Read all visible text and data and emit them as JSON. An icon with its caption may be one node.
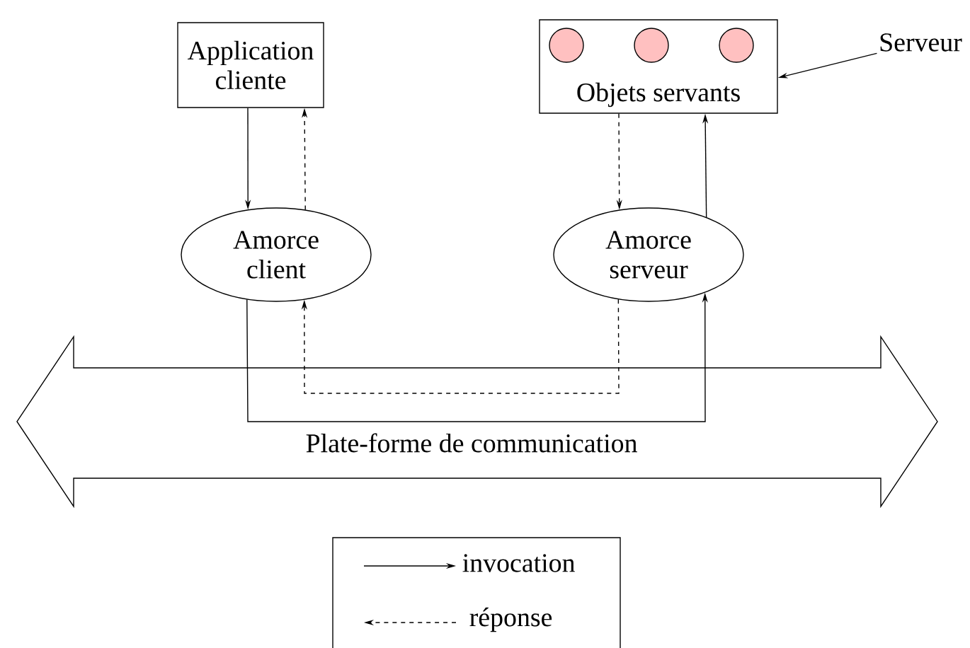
{
  "diagram": {
    "nodes": [
      {
        "text": [
          "Application cliente"
        ]
      },
      {
        "text": [
          "Objets servants"
        ]
      },
      {
        "text": [],
        "shape": "circle",
        "in": 1
      },
      {
        "text": [],
        "shape": "circle",
        "in": 1
      },
      {
        "text": [],
        "shape": "circle",
        "in": 1
      },
      {
        "text": [
          "Serveur"
        ]
      },
      {
        "text": [
          "Amorce client"
        ]
      },
      {
        "text": [
          "Amorce serveur"
        ]
      },
      {
        "text": [
          "Plate-forme de communication"
        ]
      }
    ],
    "edges": [
      {
        "from": 0,
        "to": 6,
        "arrow": "to"
      },
      {
        "from": 6,
        "to": 0,
        "arrow": "to",
        "style": "dashed"
      },
      {
        "from": 1,
        "to": 7,
        "arrow": "to",
        "style": "dashed"
      },
      {
        "from": 7,
        "to": 1,
        "arrow": "to"
      },
      {
        "from": 6,
        "to": 7,
        "arrow": "to"
      },
      {
        "from": 7,
        "to": 6,
        "arrow": "to",
        "style": "dashed"
      },
      {
        "from": 5,
        "to": 1,
        "arrow": "to"
      }
    ],
    "legend": [
      {
        "text": "invocation"
      },
      {
        "text": "réponse"
      }
    ]
  }
}
